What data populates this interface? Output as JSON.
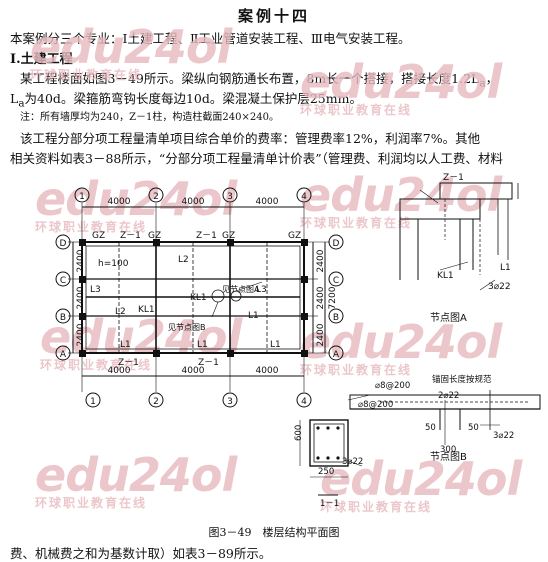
{
  "doc": {
    "title": "案例十四",
    "intro": "本案例分三个专业：Ⅰ土建工程、Ⅱ工业管道安装工程、Ⅲ电气安装工程。",
    "section": "Ⅰ.土建工程",
    "p1a": "某工程楼面如图3－49所示。梁纵向钢筋通长布置，8m长一个搭接，搭接长度1.2L",
    "p1a_sub": "a",
    "p1a_end": "，",
    "p1b": "L",
    "p1b_sub": "a",
    "p1b_end": "为40d。梁箍筋弯钩长度每边10d。梁混凝土保护层25mm。",
    "note": "注：所有墙厚均为240，Z－1柱，构造柱截面240×240。",
    "p2a": "该工程分部分项工程量清单项目综合单价的费率：管理费率12%，利润率7%。其他",
    "p2b": "相关资料如表3－88所示，“分部分项工程量清单计价表”（管理费、利润均以人工费、材料",
    "p3": "费、机械费之和为基数计取）如表3－89所示。",
    "caption": "图3－49　楼层结构平面图"
  },
  "watermark": {
    "brand": "edu24ol",
    "slogan": "环球职业教育在线",
    "color": "#e7b9be"
  },
  "plan": {
    "top_dims": [
      "4000",
      "4000",
      "4000"
    ],
    "bottom_dims": [
      "4000",
      "4000",
      "4000"
    ],
    "left_dims": [
      "2400",
      "2400",
      "2400"
    ],
    "right_dims": [
      "2400",
      "2400",
      "2400"
    ],
    "right_total": "7200",
    "axes_x": [
      "1",
      "2",
      "3",
      "4"
    ],
    "axes_y": [
      "D",
      "C",
      "B",
      "A"
    ],
    "labels": {
      "gz1": "GZ",
      "gz2": "GZ",
      "gz3": "GZ",
      "gz4": "GZ",
      "z1a": "Z－1",
      "z1b": "Z－1",
      "z1c": "Z－1",
      "z1d": "Z－1",
      "h100": "h=100",
      "l2a": "L2",
      "l3a": "L3",
      "l3b": "L3",
      "l2b": "L2",
      "kl1a": "KL1",
      "kl1b": "KL1",
      "l1a": "L1",
      "l1b": "L1",
      "l1c": "L1",
      "l1d": "L1",
      "nodeA": "见节点图A",
      "nodeB": "见节点图B"
    }
  },
  "nodeA": {
    "title": "节点图A",
    "z1": "Z－1",
    "kl1": "KL1",
    "l1": "L1",
    "rebar": "3⌀22"
  },
  "nodeB": {
    "title": "节点图B",
    "note": "锚固长度按规范",
    "stirrup1": "⌀8@200",
    "stirrup2": "⌀8@200",
    "rebar1": "2⌀22",
    "rebar2": "3⌀22",
    "d600": "600",
    "d50a": "50",
    "d50b": "50",
    "d300": "300",
    "d250": "250",
    "section": "1－1"
  }
}
